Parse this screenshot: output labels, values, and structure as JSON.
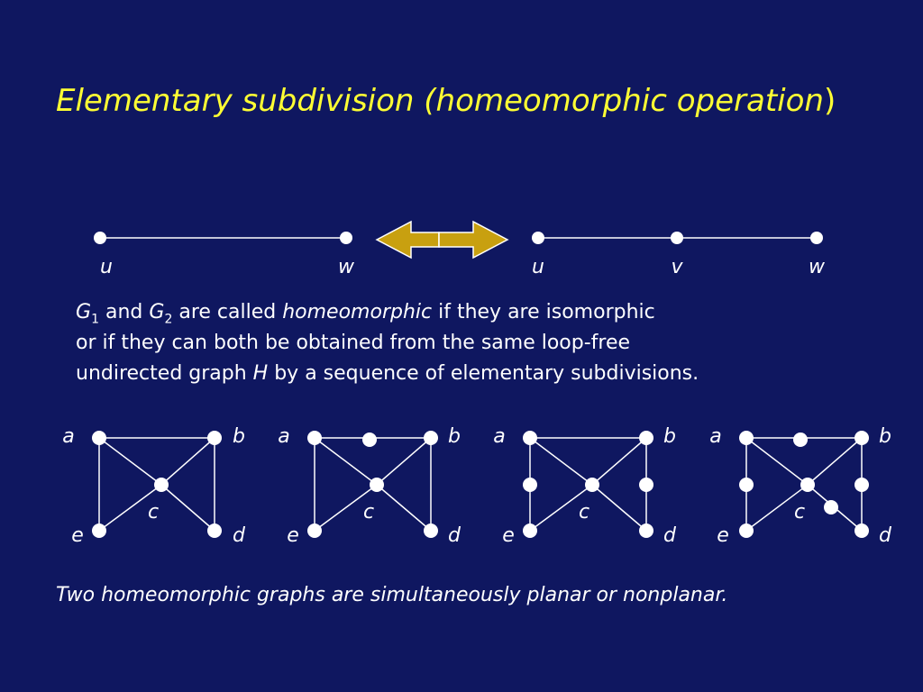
{
  "title": {
    "part1": "Elementary subdivision (",
    "part2": "homeomorphic operation",
    "part3": ")"
  },
  "subdivision": {
    "left_labels": [
      "u",
      "w"
    ],
    "right_labels": [
      "u",
      "v",
      "w"
    ]
  },
  "definition": {
    "g1": "G",
    "g1_sub": "1",
    "and": " and ",
    "g2": "G",
    "g2_sub": "2",
    "are_called": " are called ",
    "homeomorphic": "homeomorphic",
    "line1_rest": " if they are isomorphic",
    "line2": "or if they can both be obtained from the same loop-free",
    "line3_start": "undirected graph ",
    "h": "H",
    "line3_end": " by a sequence of elementary subdivisions."
  },
  "graphs": [
    {
      "labels": {
        "a": "a",
        "b": "b",
        "c": "c",
        "d": "d",
        "e": "e"
      }
    },
    {
      "labels": {
        "a": "a",
        "b": "b",
        "c": "c",
        "d": "d",
        "e": "e"
      }
    },
    {
      "labels": {
        "a": "a",
        "b": "b",
        "c": "c",
        "d": "d",
        "e": "e"
      }
    },
    {
      "labels": {
        "a": "a",
        "b": "b",
        "c": "c",
        "d": "d",
        "e": "e"
      }
    }
  ],
  "conclusion": "Two homeomorphic graphs are simultaneously planar or nonplanar.",
  "colors": {
    "background": "#0f1760",
    "title": "#ffff33",
    "text": "#ffffff",
    "arrow_fill": "#c8a010",
    "arrow_stroke": "#ffffff"
  }
}
